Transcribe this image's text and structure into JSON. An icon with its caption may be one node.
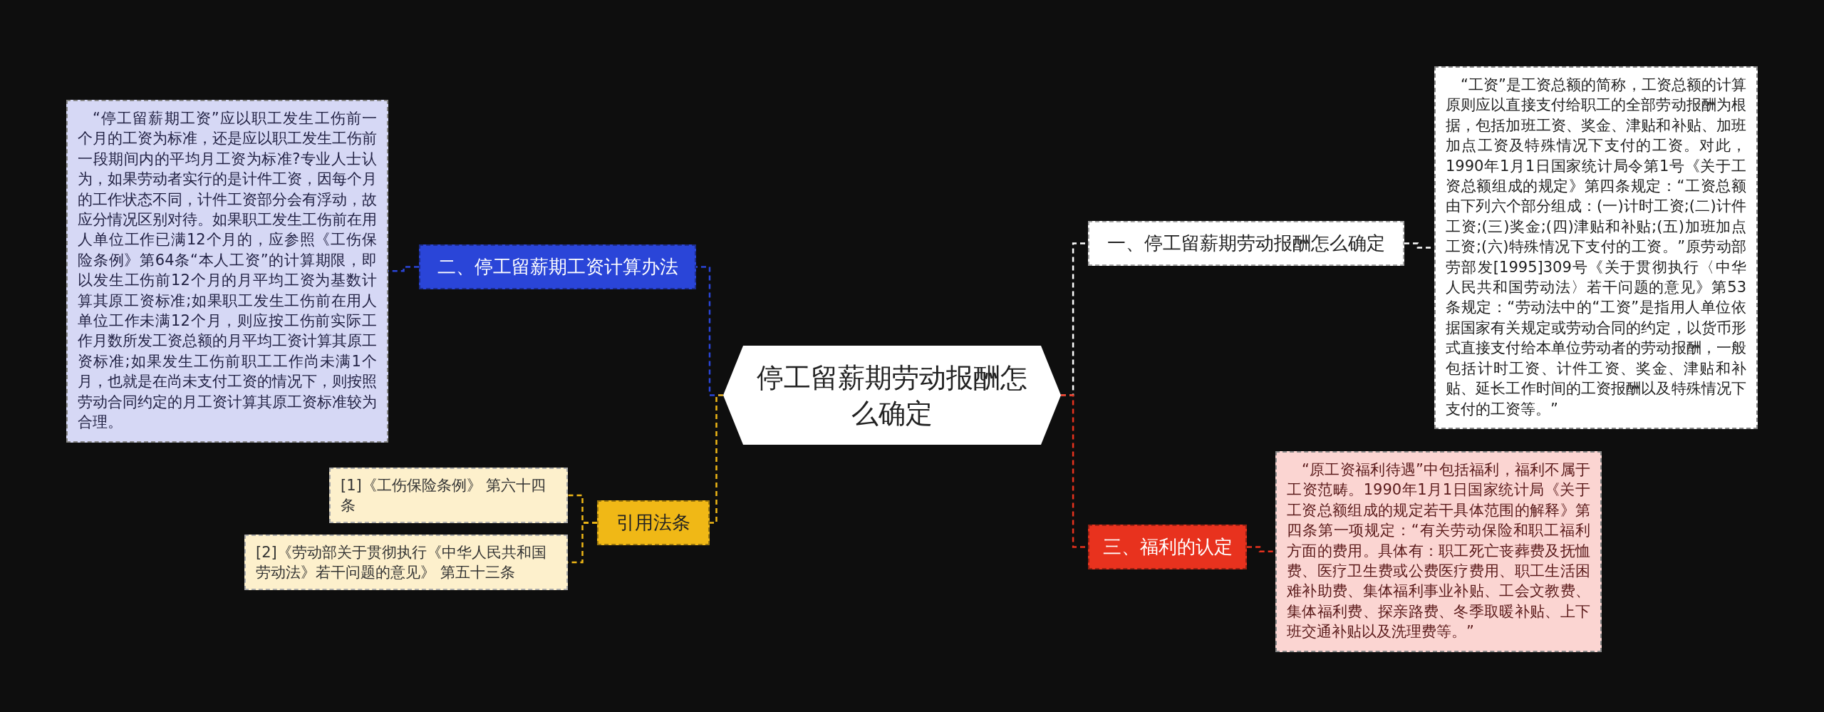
{
  "diagram": {
    "nodes": [
      {
        "text": [
          "停工留薪期劳动报酬怎么确定"
        ]
      },
      {
        "text": [
          "一、停工留薪期劳动报酬怎么确定"
        ]
      },
      {
        "text": [
          "“工资”是工资总额的简称，工资总额的计算原则应以直接支付给职工的全部劳动报酬为根据，包括加班工资、奖金、津贴和补贴、加班加点工资及特殊情况下支付的工资。对此，1990年1月1日国家统计局令第1号《关于工资总额组成的规定》第四条规定：“工资总额由下列六个部分组成：(一)计时工资;(二)计件工资;(三)奖金;(四)津贴和补贴;(五)加班加点工资;(六)特殊情况下支付的工资。”原劳动部劳部发[1995]309号《关于贯彻执行〈中华人民共和国劳动法〉若干问题的意见》第53条规定：“劳动法中的“工资”是指用人单位依据国家有关规定或劳动合同的约定，以货币形式直接支付给本单位劳动者的劳动报酬，一般包括计时工资、计件工资、奖金、津贴和补贴、延长工作时间的工资报酬以及特殊情况下支付的工资等。”"
        ]
      },
      {
        "text": [
          "二、停工留薪期工资计算办法"
        ]
      },
      {
        "text": [
          "“停工留薪期工资”应以职工发生工伤前一个月的工资为标准，还是应以职工发生工伤前一段期间内的平均月工资为标准?专业人士认为，如果劳动者实行的是计件工资，因每个月的工作状态不同，计件工资部分会有浮动，故应分情况区别对待。如果职工发生工伤前在用人单位工作已满12个月的，应参照《工伤保险条例》第64条“本人工资”的计算期限，即以发生工伤前12个月的月平均工资为基数计算其原工资标准;如果职工发生工伤前在用人单位工作未满12个月，则应按工伤前实际工作月数所发工资总额的月平均工资计算其原工资标准;如果发生工伤前职工工作尚未满1个月，也就是在尚未支付工资的情况下，则按照劳动合同约定的月工资计算其原工资标准较为合理。"
        ]
      },
      {
        "text": [
          "引用法条"
        ]
      },
      {
        "text": [
          "[1]《工伤保险条例》 第六十四条"
        ]
      },
      {
        "text": [
          "[2]《劳动部关于贯彻执行《中华人民共和国劳动法》若干问题的意见》 第五十三条"
        ]
      },
      {
        "text": [
          "三、福利的认定"
        ]
      },
      {
        "text": [
          "“原工资福利待遇”中包括福利，福利不属于工资范畴。1990年1月1日国家统计局《关于工资总额组成的规定若干具体范围的解释》第四条第一项规定：“有关劳动保险和职工福利方面的费用。具体有：职工死亡丧葬费及抚恤费、医疗卫生费或公费医疗费用、职工生活困难补助费、集体福利事业补贴、工会文教费、集体福利费、探亲路费、冬季取暖补贴、上下班交通补贴以及洗理费等。”"
        ]
      }
    ],
    "edges": [
      {
        "from": 0,
        "to": 1,
        "arrow": "none",
        "style": "dashed",
        "color": "#ffffff"
      },
      {
        "from": 1,
        "to": 2,
        "arrow": "none",
        "style": "dashed",
        "color": "#ffffff"
      },
      {
        "from": 0,
        "to": 3,
        "arrow": "none",
        "style": "dashed",
        "color": "#2a45d8"
      },
      {
        "from": 3,
        "to": 4,
        "arrow": "none",
        "style": "dashed",
        "color": "#2a45d8"
      },
      {
        "from": 0,
        "to": 5,
        "arrow": "none",
        "style": "dashed",
        "color": "#f0b816"
      },
      {
        "from": 5,
        "to": 6,
        "arrow": "none",
        "style": "dashed",
        "color": "#f0b816"
      },
      {
        "from": 5,
        "to": 7,
        "arrow": "none",
        "style": "dashed",
        "color": "#f0b816"
      },
      {
        "from": 0,
        "to": 8,
        "arrow": "none",
        "style": "dashed",
        "color": "#e8321e"
      },
      {
        "from": 8,
        "to": 9,
        "arrow": "none",
        "style": "dashed",
        "color": "#e8321e"
      }
    ]
  }
}
